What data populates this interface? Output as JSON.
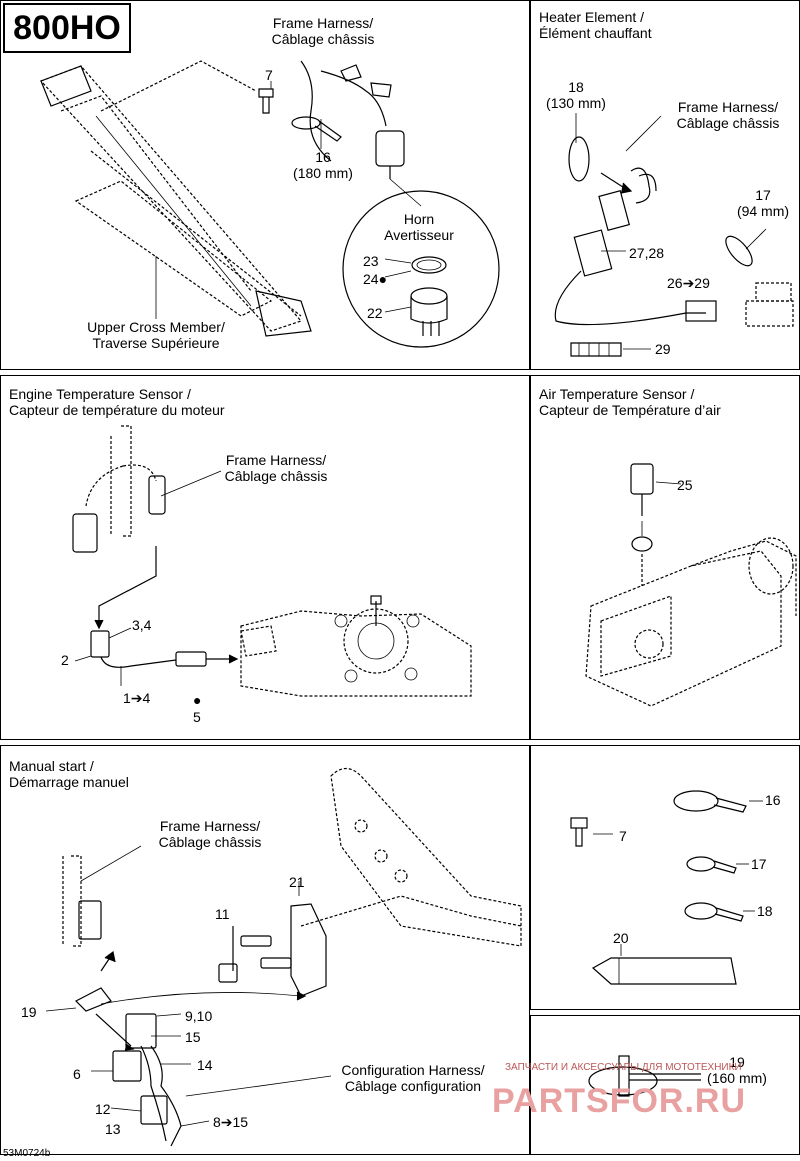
{
  "model": "800HO",
  "code": "53M0724b",
  "watermark": {
    "line": "ЗАПЧАСТИ И АКСЕССУАРЫ ДЛЯ МОТОТЕХНИКИ",
    "brand": "PARTSFOR.RU"
  },
  "frame": {
    "harness_title": "Frame Harness/",
    "harness_title_fr": "Câblage châssis",
    "part_7": "7",
    "part_16": "16",
    "part_16_len": "(180 mm)",
    "horn_title": "Horn",
    "horn_title_fr": "Avertisseur",
    "part_23": "23",
    "part_24": "24",
    "part_22": "22",
    "cross_member": "Upper Cross Member/",
    "cross_member_fr": "Traverse Supérieure"
  },
  "heater": {
    "title": "Heater Element /",
    "title_fr": "Élément chauffant",
    "part_18": "18",
    "part_18_len": "(130 mm)",
    "harness": "Frame Harness/",
    "harness_fr": "Câblage châssis",
    "part_17": "17",
    "part_17_len": "(94 mm)",
    "part_27_28": "27,28",
    "part_26_29": "26➔29",
    "part_29": "29"
  },
  "engine": {
    "title": "Engine Temperature Sensor /",
    "title_fr": "Capteur de température du moteur",
    "harness": "Frame Harness/",
    "harness_fr": "Câblage châssis",
    "part_3_4": "3,4",
    "part_2": "2",
    "part_1_4": "1➔4",
    "part_5": "5"
  },
  "air": {
    "title": "Air Temperature Sensor /",
    "title_fr": "Capteur de Température d’air",
    "part_25": "25"
  },
  "manual": {
    "title": "Manual start /",
    "title_fr": "Démarrage manuel",
    "harness": "Frame Harness/",
    "harness_fr": "Câblage châssis",
    "part_21": "21",
    "part_11": "11",
    "part_19": "19",
    "part_9_10": "9,10",
    "part_15": "15",
    "part_14": "14",
    "part_6": "6",
    "part_12": "12",
    "part_13": "13",
    "part_8_15": "8➔15",
    "config": "Configuration Harness/",
    "config_fr": "Câblage configuration"
  },
  "parts": {
    "p16": "16",
    "p7": "7",
    "p17": "17",
    "p18": "18",
    "p20": "20"
  },
  "tie": {
    "p19": "19",
    "p19_len": "(160 mm)"
  }
}
